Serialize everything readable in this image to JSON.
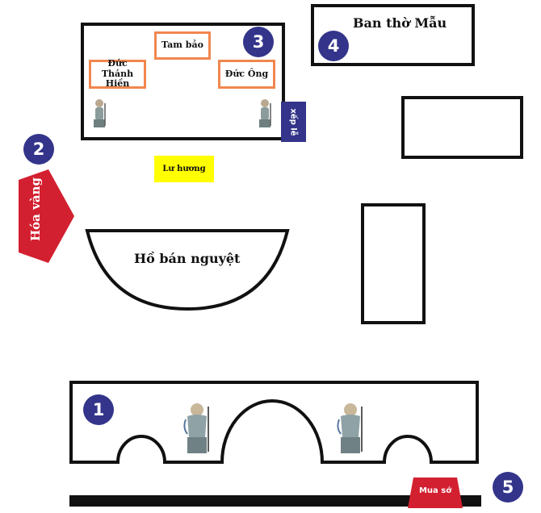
{
  "ban_tho_mau": {
    "label": "Ban thờ Mẫu",
    "number": "4"
  },
  "sanctuary": {
    "number": "3",
    "tam_bao": "Tam bảo",
    "duc_thanh_hien": "Đức Thánh Hiền",
    "duc_ong": "Đức Ông",
    "xep_le": "xếp lễ"
  },
  "hoa_vang": {
    "label": "Hóa vàng",
    "number": "2"
  },
  "lu_huong": {
    "label": "Lư hương"
  },
  "ho_ban_nguyet": {
    "label": "Hồ bán nguyệt"
  },
  "gate": {
    "number": "1"
  },
  "mua_so": {
    "label": "Mua sớ",
    "number": "5"
  },
  "colors": {
    "badge": "#33348a",
    "red": "#d32030",
    "yellow": "#ffff00",
    "orange_border": "#f0874f",
    "outline": "#111111"
  }
}
